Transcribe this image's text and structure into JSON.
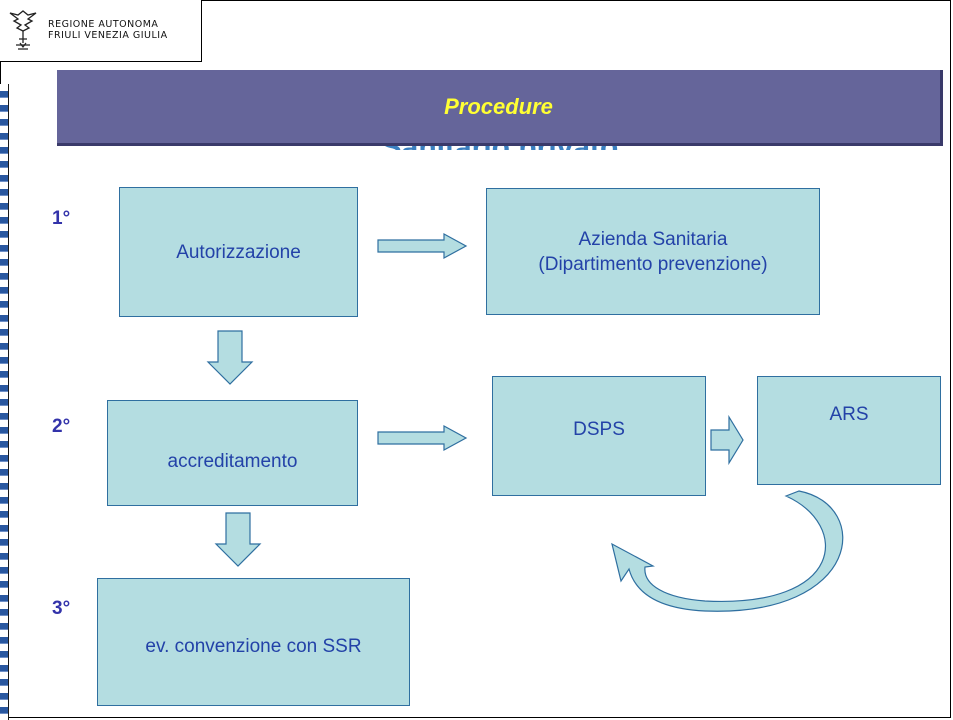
{
  "logo": {
    "line1": "REGIONE AUTONOMA",
    "line2": "FRIULI VENEZIA GIULIA"
  },
  "header": {
    "title": "Procedure",
    "ghost_title": "Sanitario privato"
  },
  "steps": [
    "1°",
    "2°",
    "3°"
  ],
  "boxes": {
    "autorizzazione": "Autorizzazione",
    "azienda": "Azienda Sanitaria\n(Dipartimento prevenzione)",
    "accreditamento": "accreditamento",
    "dsps": "DSPS",
    "ars": "ARS",
    "convenzione": "ev. convenzione con SSR"
  },
  "colors": {
    "header_bg": "#65659a",
    "header_text": "#ffff33",
    "box_fill": "#b4dde1",
    "box_text": "#2342a8",
    "step_text": "#3333aa",
    "ghost_title": "#3a7fc0"
  }
}
